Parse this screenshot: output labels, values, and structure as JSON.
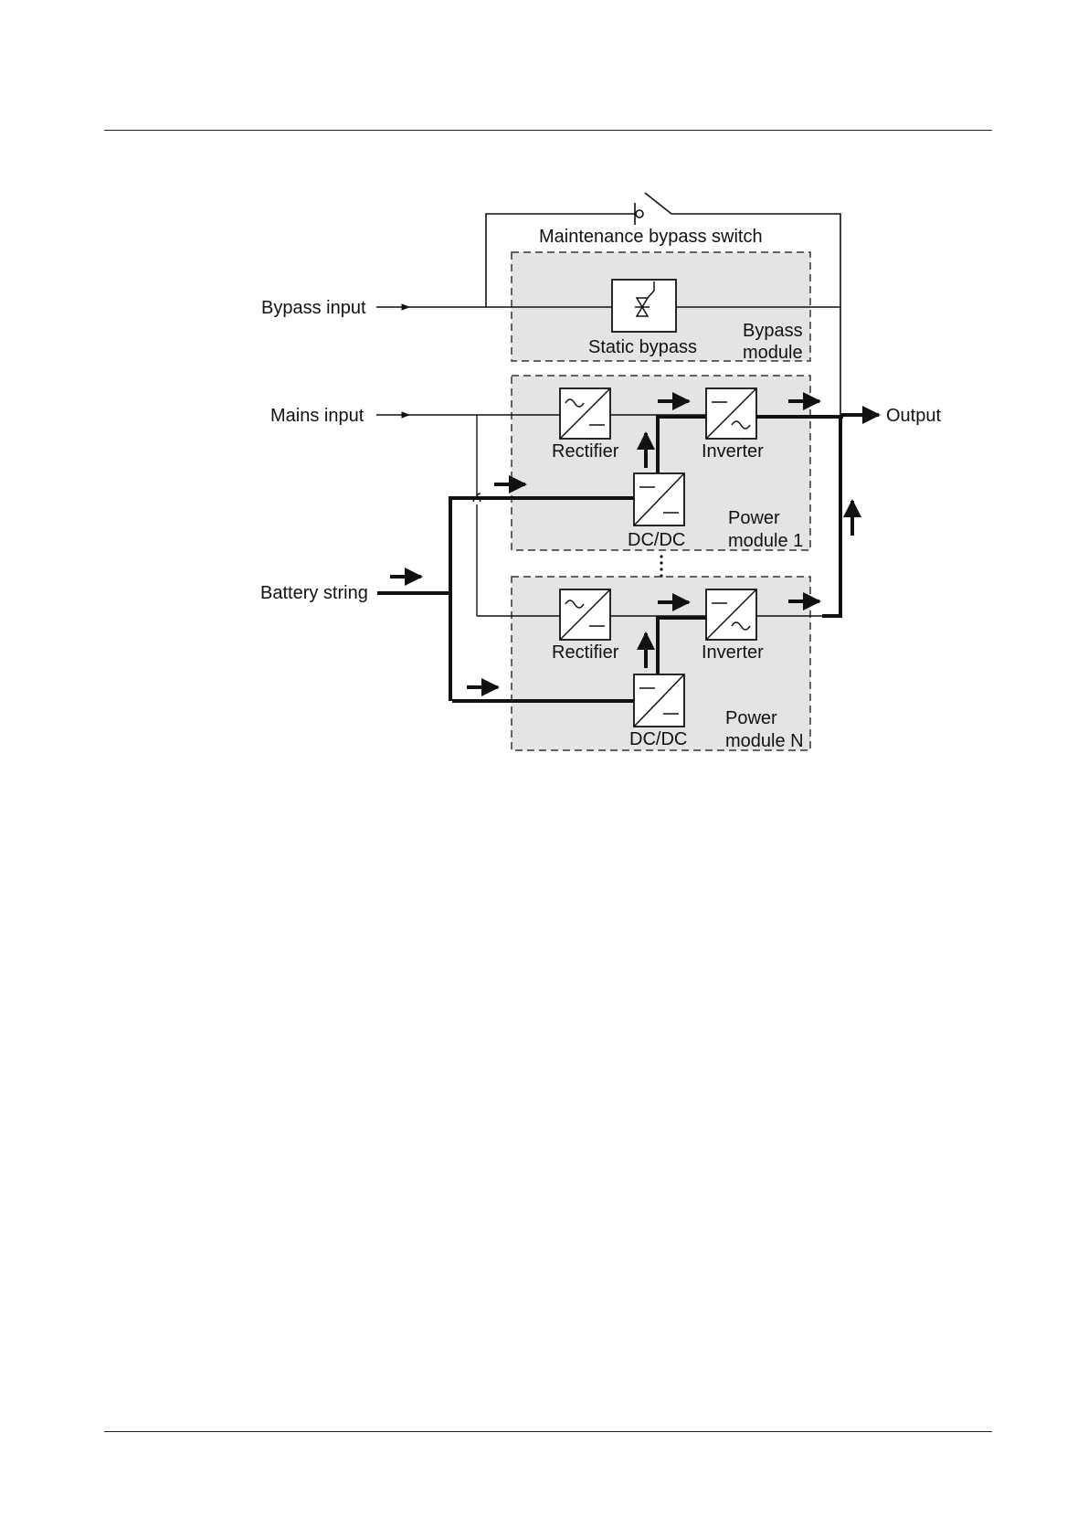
{
  "labels": {
    "maintenance_bypass_switch": "Maintenance bypass switch",
    "bypass_input": "Bypass input",
    "static_bypass": "Static bypass",
    "bypass_module_line1": "Bypass",
    "bypass_module_line2": "module",
    "mains_input": "Mains input",
    "output": "Output",
    "battery_string": "Battery string",
    "rectifier": "Rectifier",
    "inverter": "Inverter",
    "dcdc": "DC/DC",
    "power_word": "Power",
    "power_module_1": "module 1",
    "power_module_n": "module N"
  },
  "colors": {
    "module_fill": "#e4e4e4",
    "line": "#111111"
  }
}
